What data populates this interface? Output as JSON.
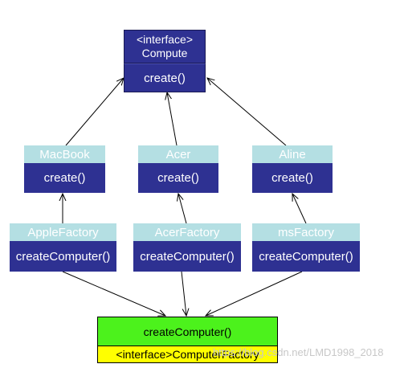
{
  "interface_box": {
    "stereotype": "<interface>",
    "name": "Compute",
    "method": "create()"
  },
  "products": [
    {
      "name": "MacBook",
      "method": "create()"
    },
    {
      "name": "Acer",
      "method": "create()"
    },
    {
      "name": "Aline",
      "method": "create()"
    }
  ],
  "factories": [
    {
      "name": "AppleFactory",
      "method": "createComputer()"
    },
    {
      "name": "AcerFactory",
      "method": "createComputer()"
    },
    {
      "name": "msFactory",
      "method": "createComputer()"
    }
  ],
  "factory_interface": {
    "method": "createComputer()",
    "label": "<interface>ComputerFactory"
  },
  "watermark": "https://blog.csdn.net/LMD1998_2018",
  "colors": {
    "navy": "#2e3192",
    "pale_header": "#b4dfe3",
    "green": "#4cf21c",
    "yellow": "#ffff00"
  }
}
